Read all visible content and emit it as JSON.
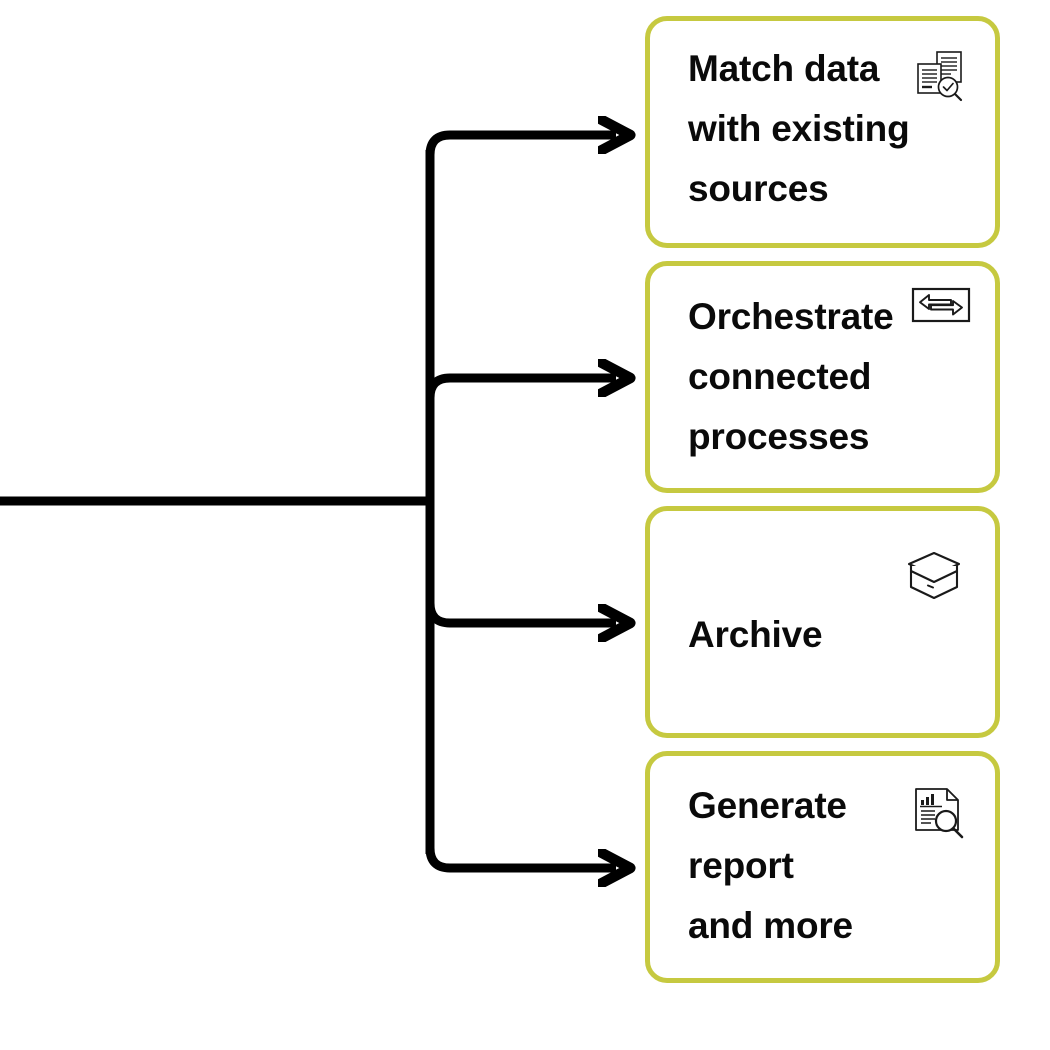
{
  "diagram": {
    "title": "Branching process flow",
    "accent_color": "#c6c940",
    "line_color": "#000000",
    "background_color": "#ffffff",
    "trunk": {
      "name": "main-trunk",
      "orientation": "horizontal-into-vertical-spine"
    },
    "branches": [
      {
        "arrow_name": "branch-arrow-match-data"
      },
      {
        "arrow_name": "branch-arrow-orchestrate"
      },
      {
        "arrow_name": "branch-arrow-archive"
      },
      {
        "arrow_name": "branch-arrow-generate-report"
      }
    ],
    "cards": [
      {
        "id": "match-data",
        "label": "Match data\nwith existing\nsources",
        "icon": "documents-search-icon"
      },
      {
        "id": "orchestrate",
        "label": "Orchestrate\nconnected\nprocesses",
        "icon": "exchange-arrows-icon"
      },
      {
        "id": "archive",
        "label": "Archive",
        "icon": "archive-box-icon"
      },
      {
        "id": "generate-report",
        "label": "Generate\nreport\nand more",
        "icon": "report-search-icon"
      }
    ]
  }
}
